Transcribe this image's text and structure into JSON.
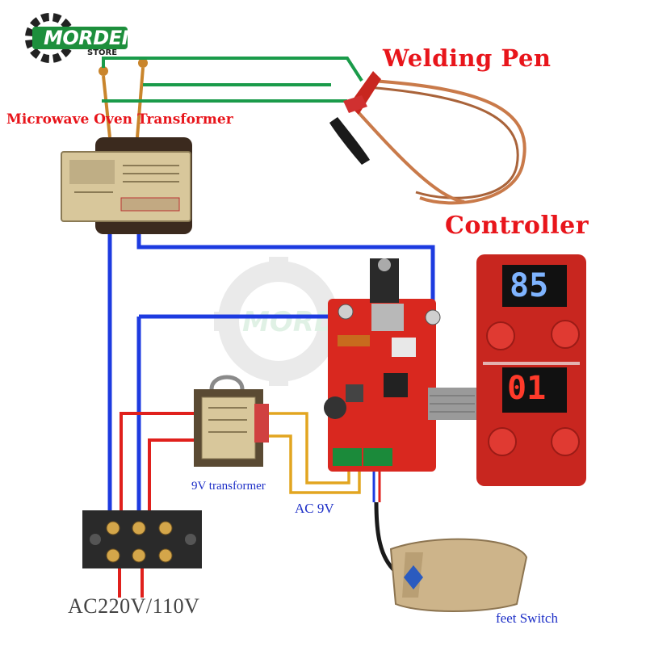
{
  "logo": {
    "brand": "MORDEN",
    "sub": "STORE"
  },
  "labels": {
    "welding_pen": "Welding Pen",
    "controller": "Controller",
    "microwave_transformer": "Microwave Oven Transformer",
    "transformer_9v": "9V transformer",
    "ac_9v": "AC 9V",
    "mains": "AC220V/110V",
    "feet_switch": "feet Switch"
  },
  "displays": {
    "top_value": "85",
    "bottom_value": "01"
  },
  "colors": {
    "label_red": "#e8151b",
    "label_blue": "#1d2fc7",
    "wire_green": "#1a9b4a",
    "wire_blue": "#1d3be0",
    "wire_red": "#e0201c",
    "wire_yellow": "#e2a520",
    "pcb_red": "#d9281f",
    "controller_red": "#c8261f"
  }
}
